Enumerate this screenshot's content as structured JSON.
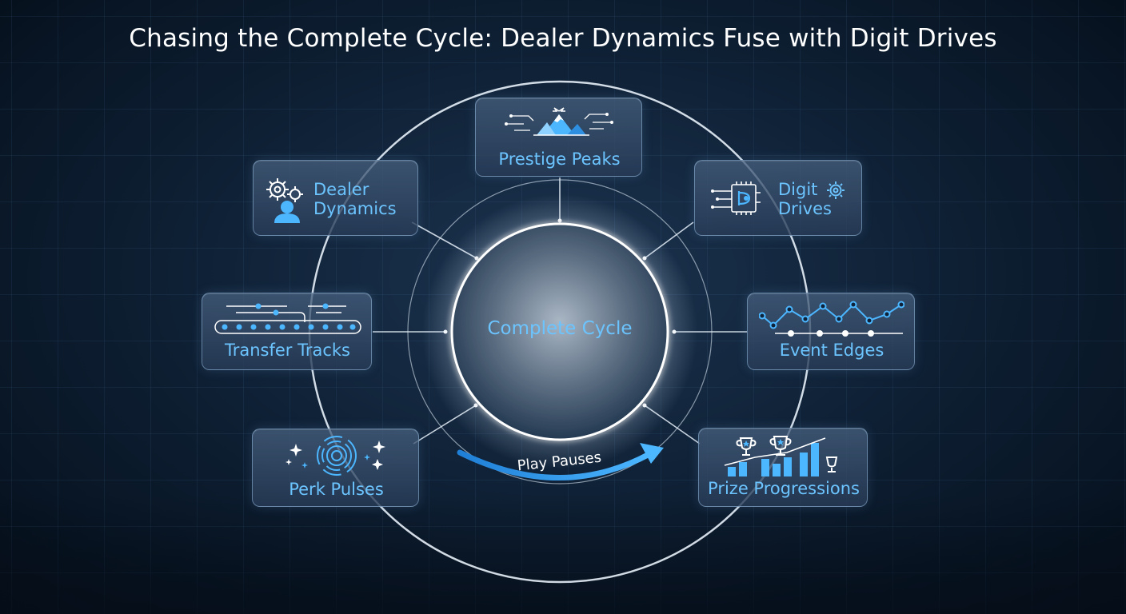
{
  "title": "Chasing the Complete Cycle: Dealer Dynamics Fuse with Digit Drives",
  "center": {
    "label": "Complete Cycle"
  },
  "arc_label": "Play Pauses",
  "nodes": {
    "prestige_peaks": {
      "label": "Prestige Peaks",
      "icon": "mountain-peak-icon"
    },
    "digit_drives": {
      "line1": "Digit",
      "line2": "Drives",
      "icon": "microchip-icon"
    },
    "event_edges": {
      "label": "Event Edges",
      "icon": "line-graph-icon"
    },
    "prize_progressions": {
      "label": "Prize Progressions",
      "icon": "trophy-bar-chart-icon"
    },
    "perk_pulses": {
      "label": "Perk Pulses",
      "icon": "pulse-sparkle-icon"
    },
    "transfer_tracks": {
      "label": "Transfer Tracks",
      "icon": "conveyor-track-icon"
    },
    "dealer_dynamics": {
      "line1": "Dealer",
      "line2": "Dynamics",
      "icon": "dealer-gears-icon"
    }
  },
  "colors": {
    "accent": "#6cc4ff",
    "ring": "#e8f1fa",
    "arrow": "#3aa8ff"
  }
}
